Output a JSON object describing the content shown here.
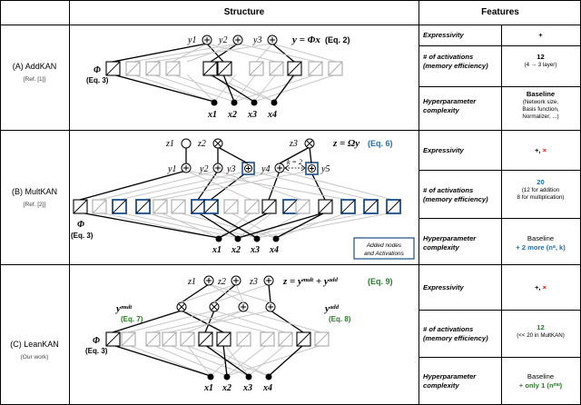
{
  "header": {
    "structure": "Structure",
    "features": "Features"
  },
  "rows": [
    {
      "name": "(A) AddKAN",
      "ref": "[Ref. [1]]",
      "equation_text": "y = Φx",
      "equation_ref": "(Eq. 2)",
      "phi_label": "Φ",
      "phi_eq": "(Eq. 3)",
      "outputs": [
        "y1",
        "y2",
        "y3"
      ],
      "inputs": [
        "x1",
        "x2",
        "x3",
        "x4"
      ],
      "features": {
        "expressivity_label": "Expressivity",
        "expressivity_value": "+",
        "activations_label_1": "# of activations",
        "activations_label_2": "(memory efficiency)",
        "activations_value": "12",
        "activations_note": "(4 → 3 layer)",
        "hyper_label_1": "Hyperparameter",
        "hyper_label_2": "complexity",
        "hyper_value": "Baseline",
        "hyper_note_1": "(Network size,",
        "hyper_note_2": "Basis function,",
        "hyper_note_3": "Normalizer, ...)"
      }
    },
    {
      "name": "(B) MultKAN",
      "ref": "[Ref. [2]]",
      "equation_text": "z = Ωy",
      "equation_ref": "(Eq. 6)",
      "phi_label": "Φ",
      "phi_eq": "(Eq. 3)",
      "k_label": "k = 2",
      "legend_1": "Added nodes",
      "legend_2": "and Activations",
      "z_nodes": [
        "z1",
        "z2",
        "z3"
      ],
      "outputs": [
        "y1",
        "y2",
        "y3",
        "y4",
        "y5"
      ],
      "inputs": [
        "x1",
        "x2",
        "x3",
        "x4"
      ],
      "features": {
        "expressivity_label": "Expressivity",
        "expressivity_value": "+,",
        "expressivity_mark": "×",
        "activations_label_1": "# of activations",
        "activations_label_2": "(memory efficiency)",
        "activations_value": "20",
        "activations_note_1": "(12 for addition",
        "activations_note_2": "8 for multiplication)",
        "hyper_label_1": "Hyperparameter",
        "hyper_label_2": "complexity",
        "hyper_value": "Baseline",
        "hyper_plus": "+",
        "hyper_more": "2 more",
        "hyper_params": "(nᵃ, k)"
      }
    },
    {
      "name": "(C) LeanKAN",
      "ref": "(Our work)",
      "equation_text": "z = yᵐᵘˡᵗ + yᵃᵈᵈ",
      "equation_ref": "(Eq. 9)",
      "ymult": "yᵐᵘˡᵗ",
      "ymult_eq": "(Eq. 7)",
      "yadd": "yᵃᵈᵈ",
      "yadd_eq": "(Eq. 8)",
      "phi_label": "Φ",
      "phi_eq": "(Eq. 3)",
      "z_nodes": [
        "z1",
        "z2",
        "z3"
      ],
      "inputs": [
        "x1",
        "x2",
        "x3",
        "x4"
      ],
      "features": {
        "expressivity_label": "Expressivity",
        "expressivity_value": "+,",
        "expressivity_mark": "×",
        "activations_label_1": "# of activations",
        "activations_label_2": "(memory efficiency)",
        "activations_value": "12",
        "activations_note": "(<< 20 in MultKAN)",
        "hyper_label_1": "Hyperparameter",
        "hyper_label_2": "complexity",
        "hyper_value": "Baseline",
        "hyper_plus": "+",
        "hyper_only": "only 1",
        "hyper_params": "(nᵐᵘ)"
      }
    }
  ],
  "colors": {
    "blue_accent": "#1f6eb5",
    "red_mark": "#d11111",
    "green_eq": "#2a7a2a",
    "grid": "#000000"
  }
}
